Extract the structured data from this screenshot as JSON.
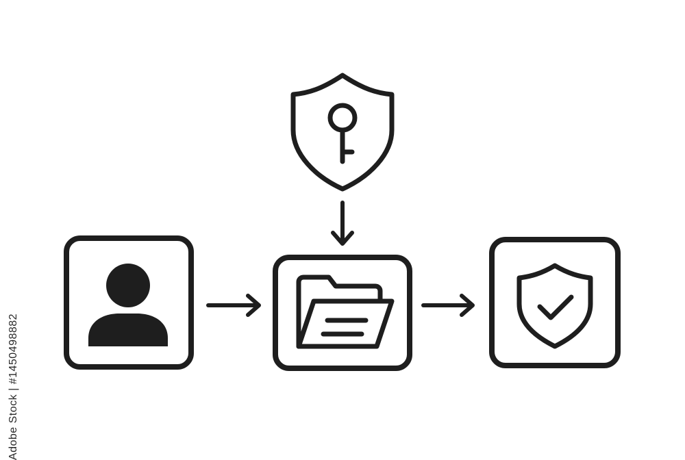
{
  "colors": {
    "stroke": "#1e1e1e",
    "background": "#ffffff"
  },
  "nodes": [
    {
      "id": "user",
      "icon": "user-icon"
    },
    {
      "id": "folder",
      "icon": "open-folder-icon"
    },
    {
      "id": "verified",
      "icon": "shield-check-icon"
    },
    {
      "id": "key",
      "icon": "shield-key-icon"
    }
  ],
  "edges": [
    {
      "from": "user",
      "to": "folder"
    },
    {
      "from": "key",
      "to": "folder"
    },
    {
      "from": "folder",
      "to": "verified"
    }
  ],
  "side_label": "Adobe Stock | #1450498882"
}
